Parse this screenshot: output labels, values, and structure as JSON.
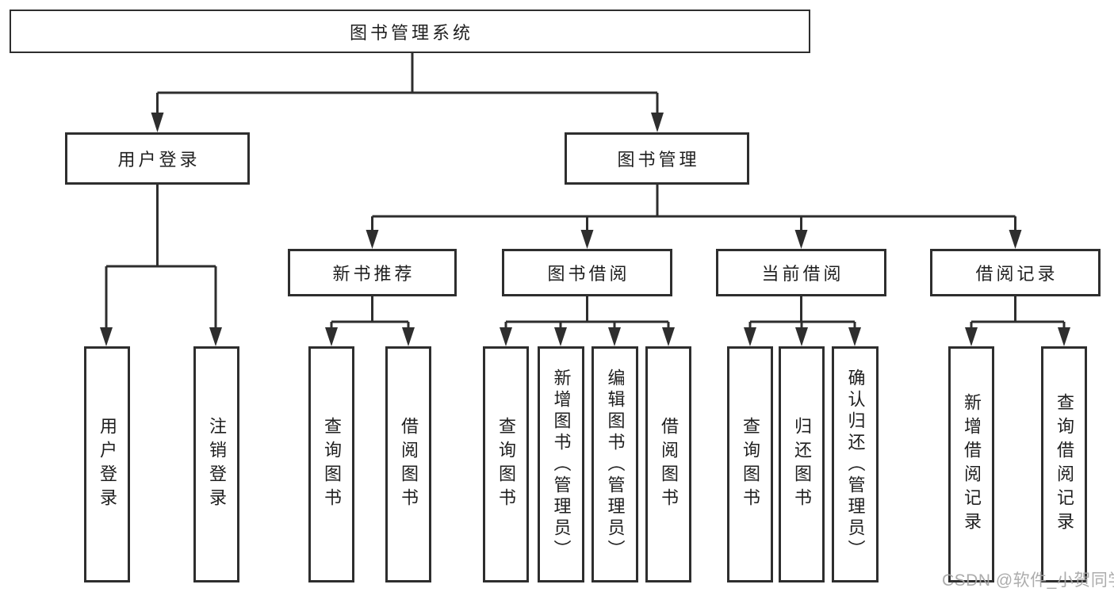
{
  "diagram": {
    "root": {
      "label": "图书管理系统"
    },
    "user_branch": {
      "label": "用户登录",
      "leaves": [
        {
          "label": "用户登录"
        },
        {
          "label": "注销登录"
        }
      ]
    },
    "book_branch": {
      "label": "图书管理",
      "sections": [
        {
          "label": "新书推荐",
          "leaves": [
            {
              "label": "查询图书"
            },
            {
              "label": "借阅图书"
            }
          ]
        },
        {
          "label": "图书借阅",
          "leaves": [
            {
              "label": "查询图书"
            },
            {
              "label": "新增图书（管理员）"
            },
            {
              "label": "编辑图书（管理员）"
            },
            {
              "label": "借阅图书"
            }
          ]
        },
        {
          "label": "当前借阅",
          "leaves": [
            {
              "label": "查询图书"
            },
            {
              "label": "归还图书"
            },
            {
              "label": "确认归还（管理员）"
            }
          ]
        },
        {
          "label": "借阅记录",
          "leaves": [
            {
              "label": "新增借阅记录"
            },
            {
              "label": "查询借阅记录"
            }
          ]
        }
      ]
    },
    "watermark": "CSDN @软件_小贺同学",
    "colors": {
      "line": "#2e2e2e",
      "text": "#1f1f1f",
      "watermark": "#a6a6a6",
      "background": "#ffffff"
    }
  }
}
